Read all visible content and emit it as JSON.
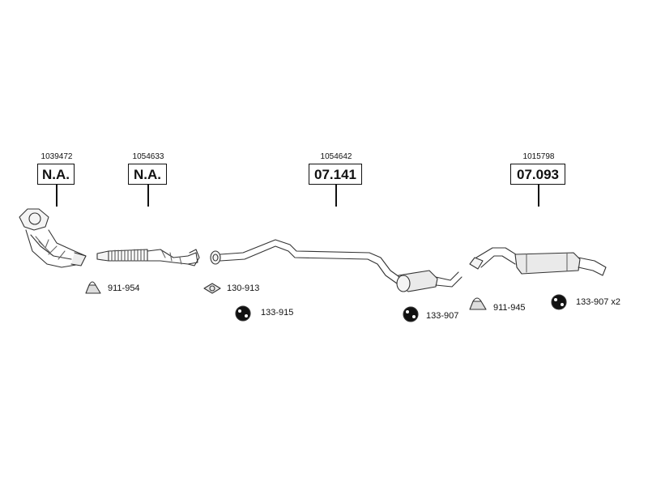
{
  "assemblies": [
    {
      "ref": "1039472",
      "code": "N.A."
    },
    {
      "ref": "1054633",
      "code": "N.A."
    },
    {
      "ref": "1054642",
      "code": "07.141"
    },
    {
      "ref": "1015798",
      "code": "07.093"
    }
  ],
  "parts": [
    {
      "label": "911-954",
      "icon": "exhaust-clamp-icon"
    },
    {
      "label": "130-913",
      "icon": "gasket-ring-icon"
    },
    {
      "label": "133-915",
      "icon": "rubber-hanger-icon"
    },
    {
      "label": "133-907",
      "icon": "rubber-hanger-icon"
    },
    {
      "label": "911-945",
      "icon": "exhaust-clamp-icon"
    },
    {
      "label": "133-907 x2",
      "icon": "rubber-hanger-icon"
    }
  ]
}
